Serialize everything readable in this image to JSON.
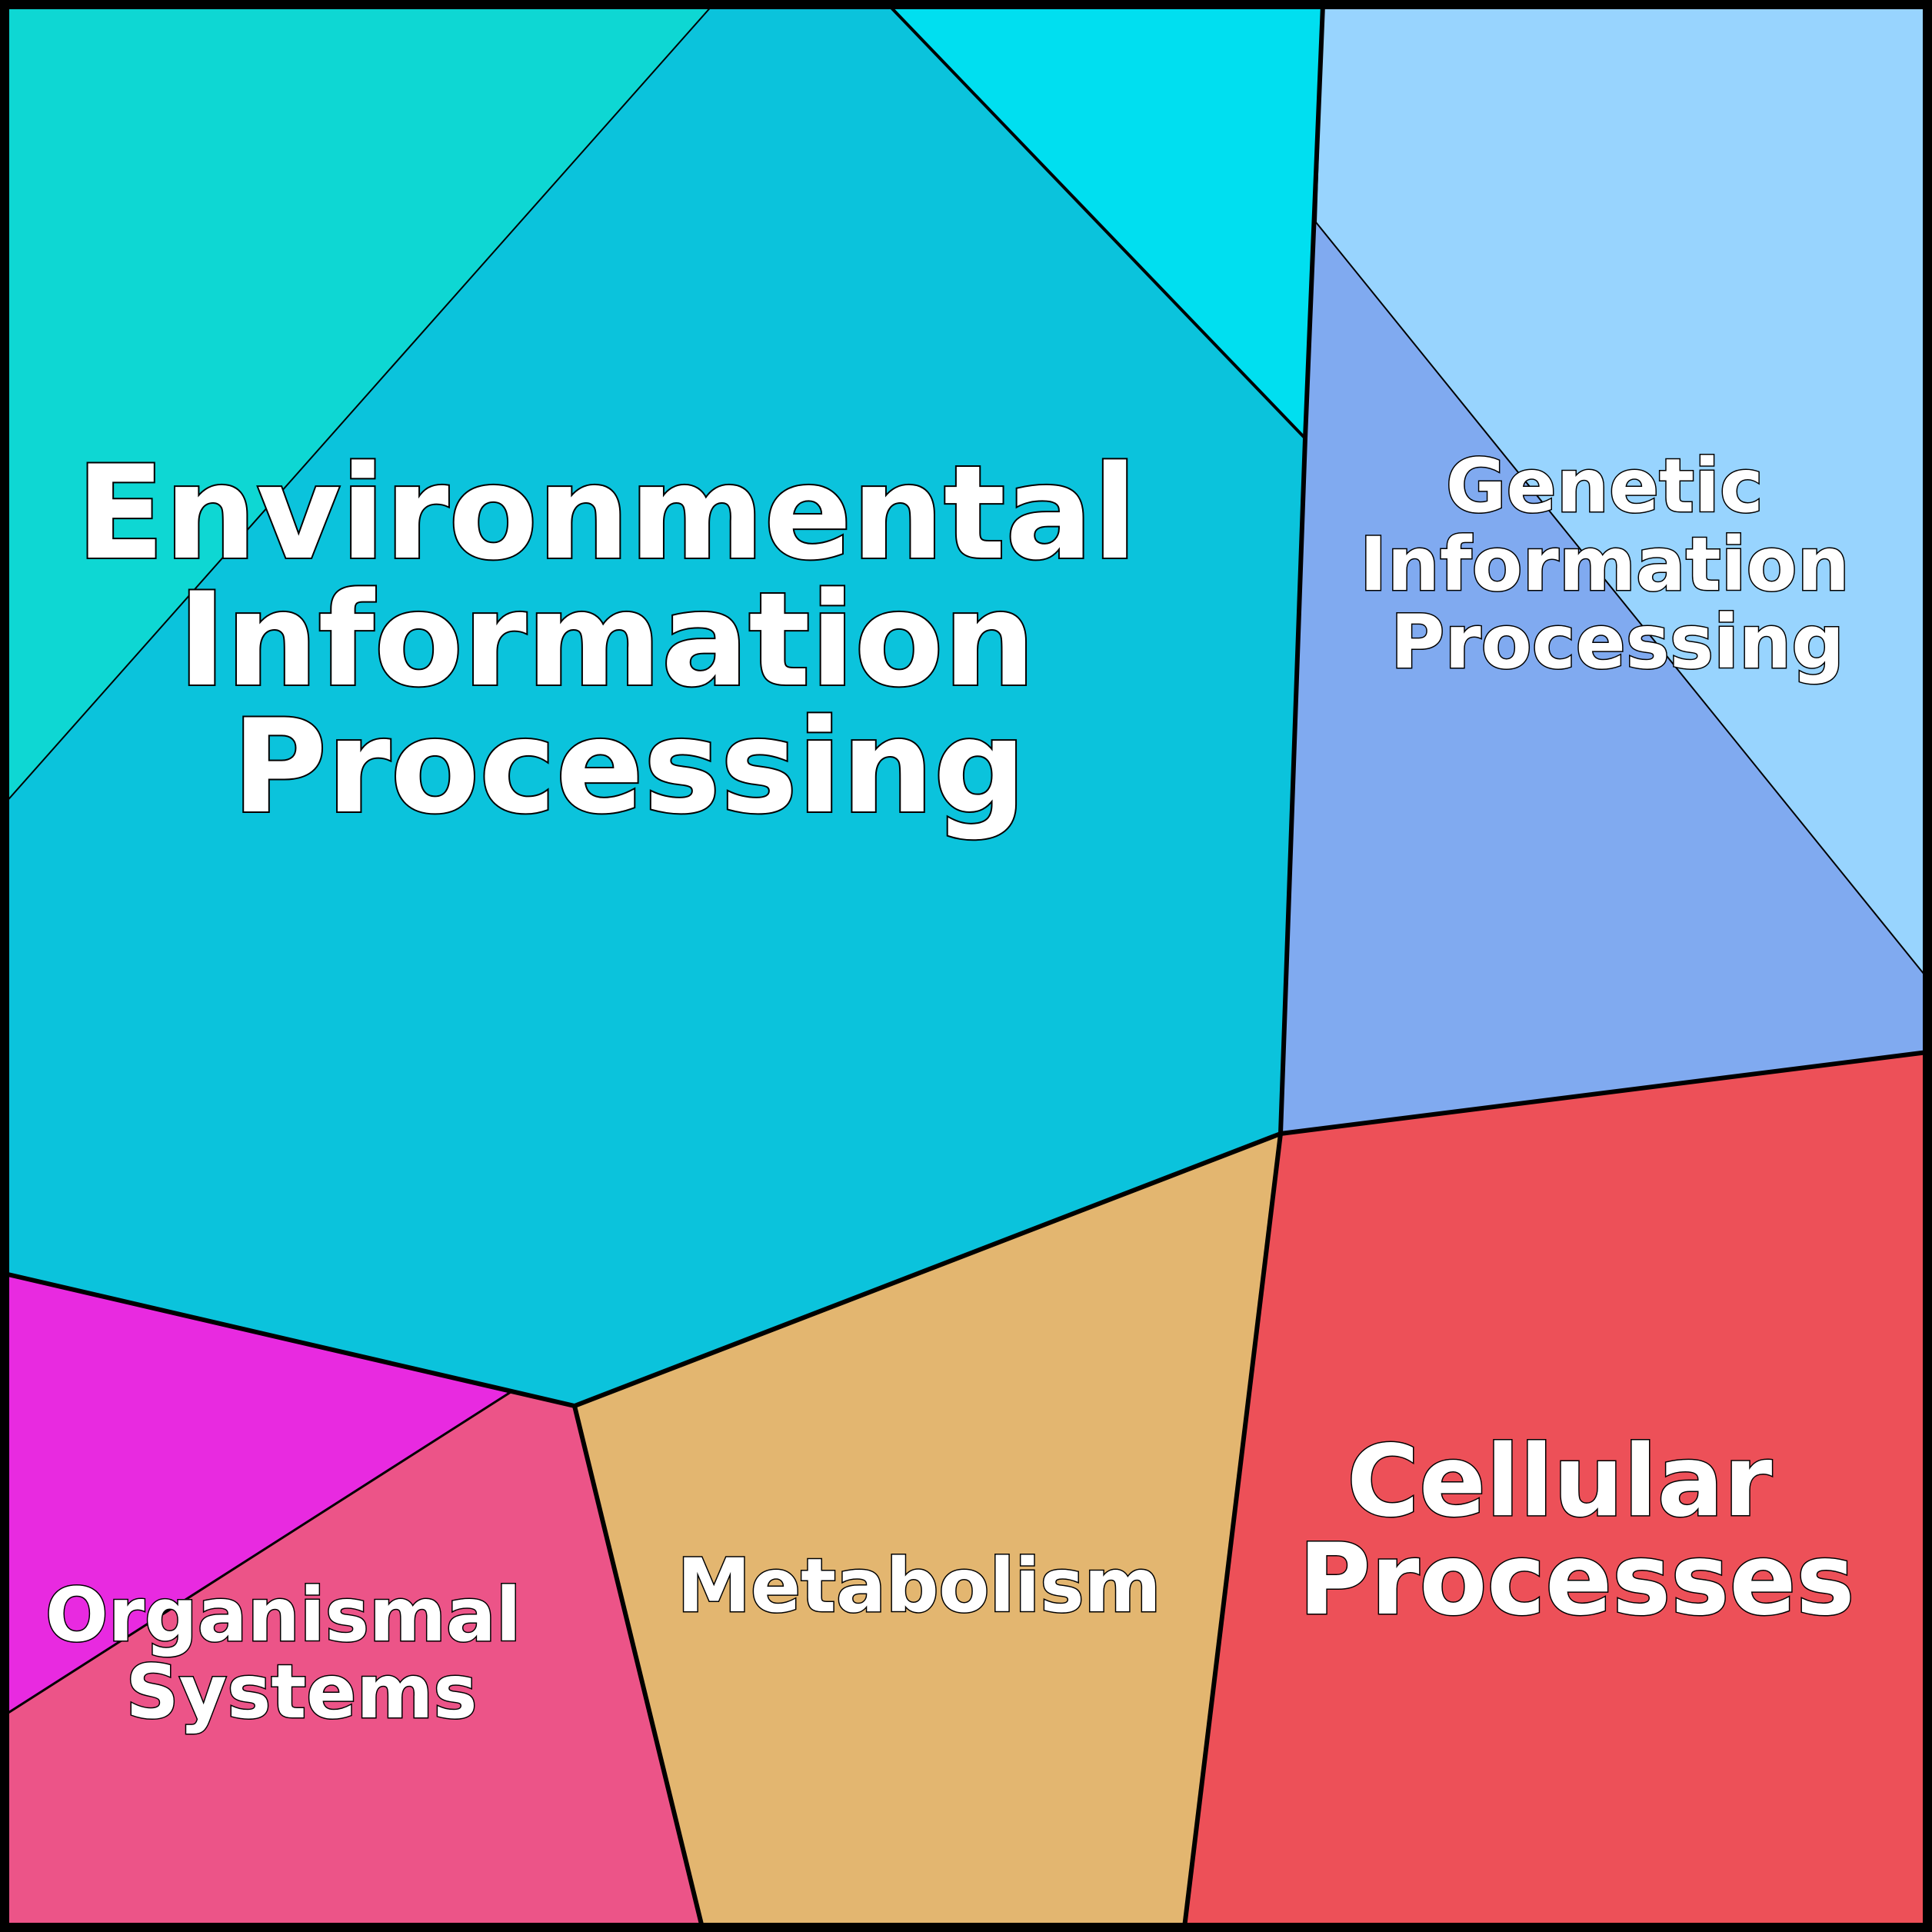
{
  "diagram": {
    "type": "voronoi-treemap",
    "categories": [
      {
        "id": "environmental",
        "label_lines": [
          "Environmental",
          "Information",
          "Processing"
        ],
        "color": "#0bc3dc",
        "subcells": [
          {
            "color": "#0ed7d3"
          },
          {
            "color": "#00dff0"
          }
        ]
      },
      {
        "id": "genetic",
        "label_lines": [
          "Genetic",
          "Information",
          "Processing"
        ],
        "color": "#80aaf0",
        "subcells": [
          {
            "color": "#98d4fe"
          }
        ]
      },
      {
        "id": "cellular",
        "label_lines": [
          "Cellular",
          "Processes"
        ],
        "color": "#ed5058",
        "subcells": []
      },
      {
        "id": "metabolism",
        "label_lines": [
          "Metabolism"
        ],
        "color": "#e3b670",
        "subcells": []
      },
      {
        "id": "organismal",
        "label_lines": [
          "Organismal",
          "Systems"
        ],
        "color": "#ec5488",
        "subcells": [
          {
            "color": "#e82ae0"
          }
        ]
      }
    ]
  }
}
